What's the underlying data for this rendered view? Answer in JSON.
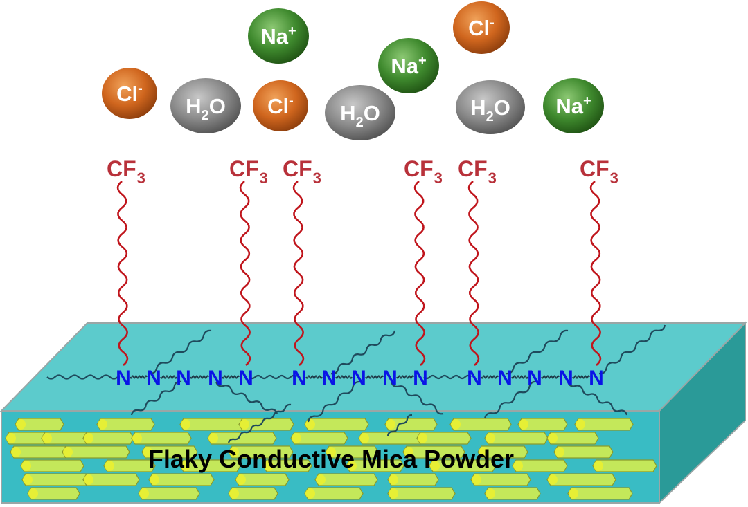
{
  "diagram": {
    "title": "Fluorinated surface modification of flaky conductive mica powder",
    "substrate_label": "Flaky Conductive Mica Powder",
    "ions": [
      {
        "type": "cl",
        "label": "Cl",
        "charge": "-"
      },
      {
        "type": "h2o",
        "label_main": "H",
        "label_sub": "2",
        "label_end": "O"
      },
      {
        "type": "cl",
        "label": "Cl",
        "charge": "-"
      },
      {
        "type": "na",
        "label": "Na",
        "charge": "+"
      },
      {
        "type": "h2o",
        "label_main": "H",
        "label_sub": "2",
        "label_end": "O"
      },
      {
        "type": "na",
        "label": "Na",
        "charge": "+"
      },
      {
        "type": "cl",
        "label": "Cl",
        "charge": "-"
      },
      {
        "type": "h2o",
        "label_main": "H",
        "label_sub": "2",
        "label_end": "O"
      },
      {
        "type": "na",
        "label": "Na",
        "charge": "+"
      }
    ],
    "fluoro_chains": [
      {
        "group": "CF",
        "subscript": "3",
        "anchor_n_index": 0
      },
      {
        "group": "CF",
        "subscript": "3",
        "anchor_n_index": 4
      },
      {
        "group": "CF",
        "subscript": "3",
        "anchor_n_index": 5
      },
      {
        "group": "CF",
        "subscript": "3",
        "anchor_n_index": 9
      },
      {
        "group": "CF",
        "subscript": "3",
        "anchor_n_index": 10
      },
      {
        "group": "CF",
        "subscript": "3",
        "anchor_n_index": 14
      }
    ],
    "nitrogen_groups": [
      {
        "count": 5,
        "atom": "N"
      },
      {
        "count": 5,
        "atom": "N"
      },
      {
        "count": 5,
        "atom": "N"
      }
    ],
    "colors": {
      "cl": "#d0661e",
      "na": "#3f8a2e",
      "h2o": "#8a8a8a",
      "fluoro_chain": "#c0151c",
      "cf3_text": "#b8313a",
      "nitrogen": "#0a14e6",
      "alkyl_chain": "#1f4a5c",
      "box_top": "#5ccbcc",
      "box_front": "#39bcc4",
      "box_side": "#2a9a98",
      "flake_fill": "#c4e85a",
      "flake_edge": "#8a9a2a",
      "flake_highlight": "#f2f22a"
    }
  }
}
